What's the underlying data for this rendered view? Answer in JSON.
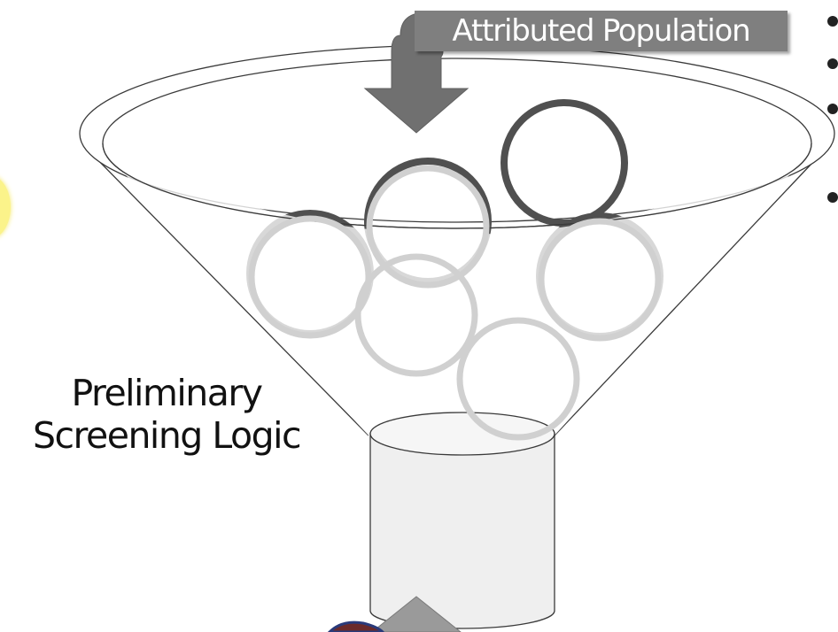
{
  "labels": {
    "attributed_population": "Attributed Population",
    "screening_line1": "Preliminary",
    "screening_line2": "Screening Logic"
  },
  "colors": {
    "label_box": "#7f7f7f",
    "arrow": "#707070",
    "dark_circle": "#505050",
    "light_circle": "#cfcfcf",
    "funnel_stroke": "#3a3a3a",
    "cylinder_fill": "#efefef",
    "sun": "#fbf38a"
  },
  "icons": {
    "arrow": "bent-down-arrow-icon",
    "bullet": "bullet-icon"
  }
}
